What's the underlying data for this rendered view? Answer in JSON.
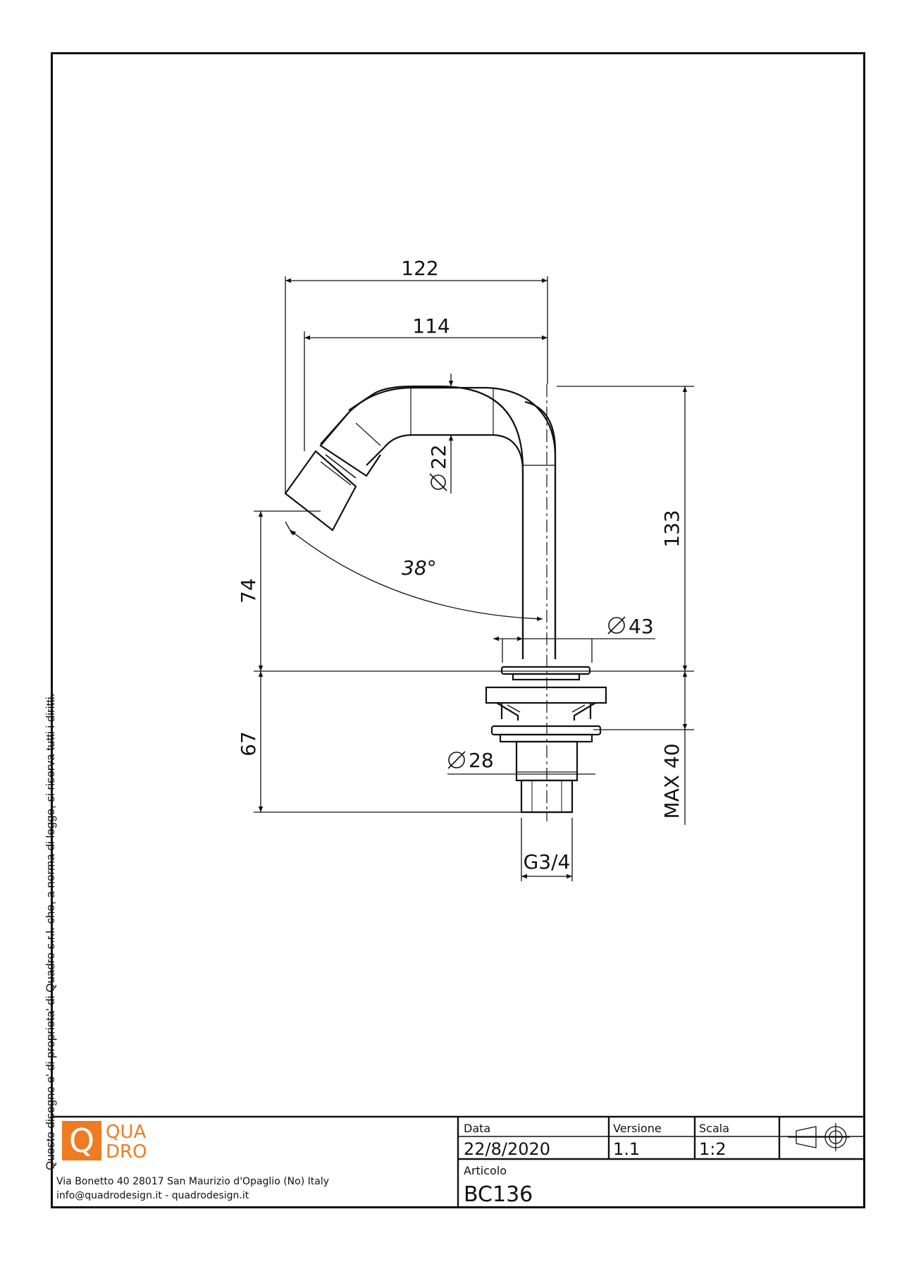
{
  "copyright_note": "Questo disegno e' di proprieta' di Quadro s.r.l. che, a norma di legge, si riserva tutti i diritti.",
  "dimensions": {
    "width_122": "122",
    "width_114": "114",
    "height_133": "133",
    "dia_22": "22",
    "angle_38": "38°",
    "height_74": "74",
    "dia_43": "43",
    "height_67": "67",
    "dia_28": "28",
    "max_40": "MAX 40",
    "thread": "G3/4"
  },
  "logo": {
    "letter": "Q",
    "line1": "QUA",
    "line2": "DRO",
    "color": "#ef7b23"
  },
  "company": {
    "address": "Via Bonetto 40  28017 San Maurizio d'Opaglio (No) Italy",
    "contact": "info@quadrodesign.it  -  quadrodesign.it"
  },
  "title_block": {
    "date_label": "Data",
    "date_value": "22/8/2020",
    "version_label": "Versione",
    "version_value": "1.1",
    "scale_label": "Scala",
    "scale_value": "1:2",
    "article_label": "Articolo",
    "article_value": "BC136"
  }
}
